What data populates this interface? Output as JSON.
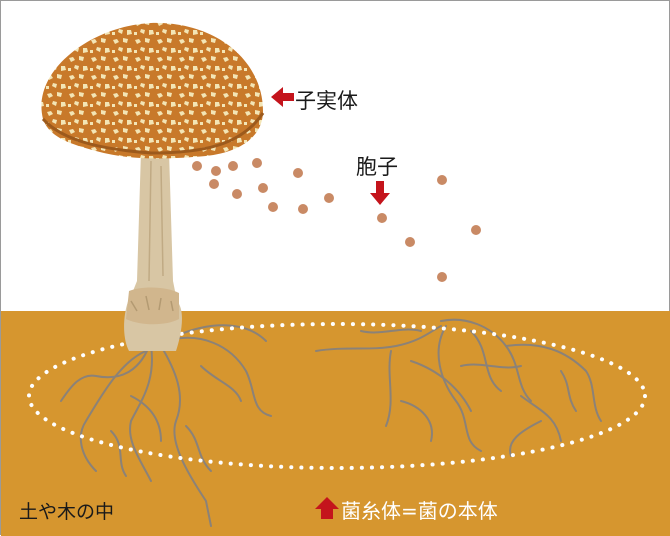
{
  "labels": {
    "fruiting_body": "子実体",
    "spores": "胞子",
    "soil_or_wood": "土や木の中",
    "mycelium": "菌糸体=菌の本体"
  },
  "colors": {
    "soil": "#d6962f",
    "cap": "#c8792a",
    "cap_spots": "#f3e5b5",
    "stem": "#d8c6a4",
    "spores": "#c98a65",
    "hyphae": "#8b8278",
    "arrow": "#c4141c",
    "dotted_ring": "#ffffff"
  },
  "icons": [
    "arrow-left-icon",
    "arrow-down-icon",
    "arrow-up-icon"
  ]
}
